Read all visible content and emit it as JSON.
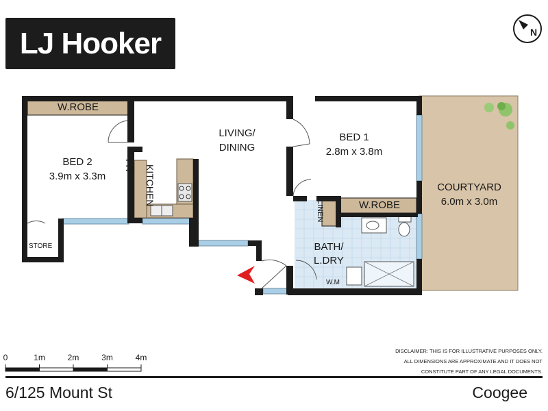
{
  "brand": {
    "logo_text": "LJ Hooker"
  },
  "compass": {
    "north_label": "N"
  },
  "rooms": {
    "bed2": {
      "name": "BED 2",
      "size": "3.9m x 3.3m"
    },
    "wrobe_left": "W.ROBE",
    "store": "STORE",
    "kitchen": "KITCHEN",
    "fridge": "FR",
    "living": {
      "line1": "LIVING/",
      "line2": "DINING"
    },
    "bed1": {
      "name": "BED 1",
      "size": "2.8m x 3.8m"
    },
    "wrobe_right": "W.ROBE",
    "linen": "LINEN",
    "bath": {
      "line1": "BATH/",
      "line2": "L.DRY"
    },
    "washing_machine": "W.M",
    "courtyard": {
      "name": "COURTYARD",
      "size": "6.0m x 3.0m"
    }
  },
  "scale": {
    "ticks": [
      "0",
      "1m",
      "2m",
      "3m",
      "4m"
    ]
  },
  "disclaimer": [
    "DISCLAIMER: THIS IS FOR ILLUSTRATIVE PURPOSES ONLY.",
    "ALL DIMENSIONS ARE APPROXIMATE AND IT DOES NOT",
    "CONSTITUTE PART OF ANY LEGAL DOCUMENTS."
  ],
  "footer": {
    "address": "6/125 Mount St",
    "suburb": "Coogee"
  },
  "colors": {
    "wall": "#1c1c1c",
    "courtyard": "#d8c4a8",
    "kitchen": "#cdb89a",
    "tile": "#dbe9f4",
    "window": "#a9cfe6",
    "entry_arrow": "#e02020",
    "plant": "#8fc46a"
  }
}
